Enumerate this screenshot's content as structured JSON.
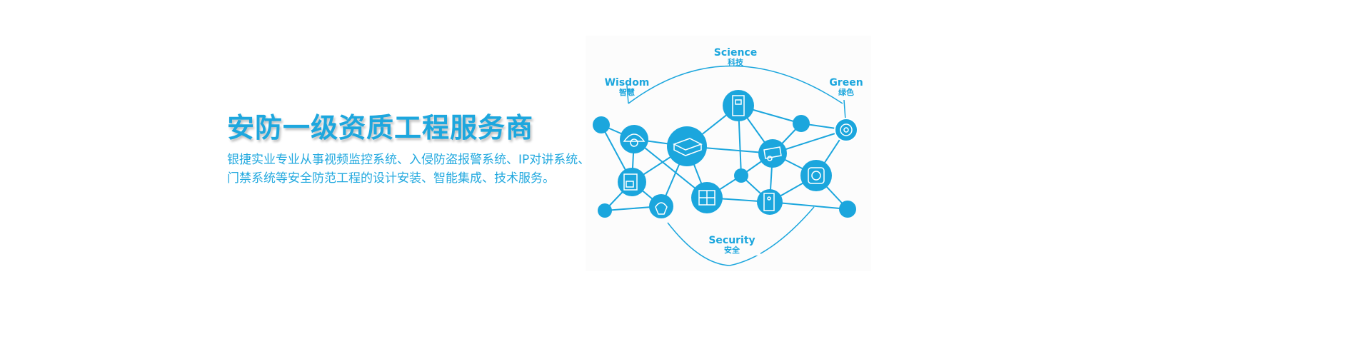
{
  "headline": "安防一级资质工程服务商",
  "description": {
    "line1": "银捷实业专业从事视频监控系统、入侵防盗报警系统、IP对讲系统、",
    "line2": "门禁系统等安全防范工程的设计安装、智能集成、技术服务。"
  },
  "diagram": {
    "labels": {
      "science": {
        "en": "Science",
        "zh": "科技"
      },
      "wisdom": {
        "en": "Wisdom",
        "zh": "智慧"
      },
      "green": {
        "en": "Green",
        "zh": "绿色"
      },
      "security": {
        "en": "Security",
        "zh": "安全"
      }
    },
    "accent_color": "#1ba6dd"
  }
}
